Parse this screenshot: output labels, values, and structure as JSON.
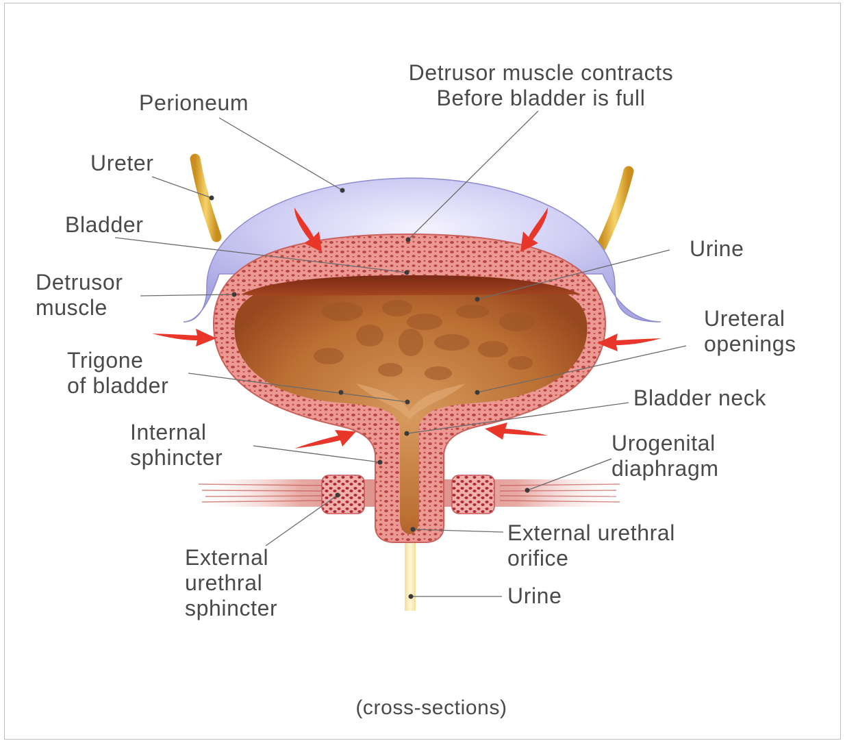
{
  "labels": {
    "detrusor_contracts": [
      "Detrusor muscle contracts",
      "Before bladder is full"
    ],
    "perioneum": "Perioneum",
    "ureter": "Ureter",
    "bladder": "Bladder",
    "detrusor_muscle": [
      "Detrusor",
      "muscle"
    ],
    "trigone": [
      "Trigone",
      "of bladder"
    ],
    "internal_sphincter": [
      "Internal",
      "sphincter"
    ],
    "external_urethral_sphincter": [
      "External",
      "urethral",
      "sphincter"
    ],
    "urine_top": "Urine",
    "ureteral_openings": [
      "Ureteral",
      "openings"
    ],
    "bladder_neck": "Bladder neck",
    "urogenital_diaphragm": [
      "Urogenital",
      "diaphragm"
    ],
    "external_urethral_orifice": [
      "External urethral",
      "orifice"
    ],
    "urine_bottom": "Urine"
  },
  "caption": "(cross-sections)",
  "colors": {
    "perioneum": "#c9c8f0",
    "muscle_wall": "#e88f89",
    "muscle_spots": "#b8453f",
    "urine": "#b86a2c",
    "urine_dark": "#8f3a1c",
    "ureter": "#e8b33a",
    "arrow": "#e8362b",
    "label_text": "#4a4a4a"
  }
}
